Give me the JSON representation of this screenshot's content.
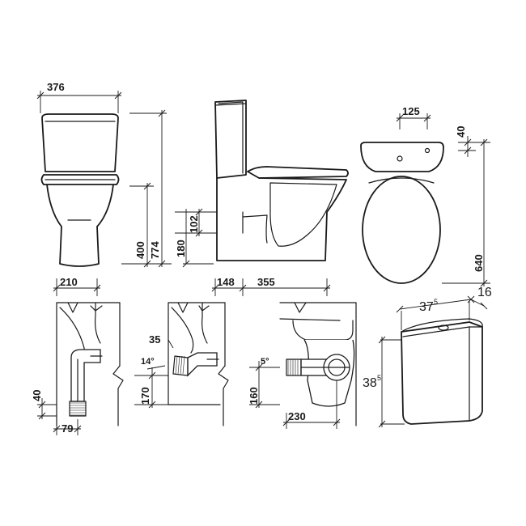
{
  "dimensions": {
    "toilet_width": "376",
    "tank_projection": "125",
    "tank_lip": "40",
    "height_seat": "400",
    "height_overall": "774",
    "outlet_height": "180",
    "outlet_centre": "102",
    "depth_overall": "640",
    "wall_to_outlet": "210",
    "tank_depth": "148",
    "pan_depth": "355",
    "p_trap_horizontal": "35",
    "p_trap_angle": "14°",
    "p_trap_height": "170",
    "s_trap_height": "40",
    "s_trap_offset": "79",
    "side_angle": "5°",
    "side_height": "160",
    "side_offset": "230",
    "cistern_width": "37",
    "cistern_width_sup": "5",
    "cistern_height": "38",
    "cistern_height_sup": "5",
    "cistern_depth": "16"
  }
}
